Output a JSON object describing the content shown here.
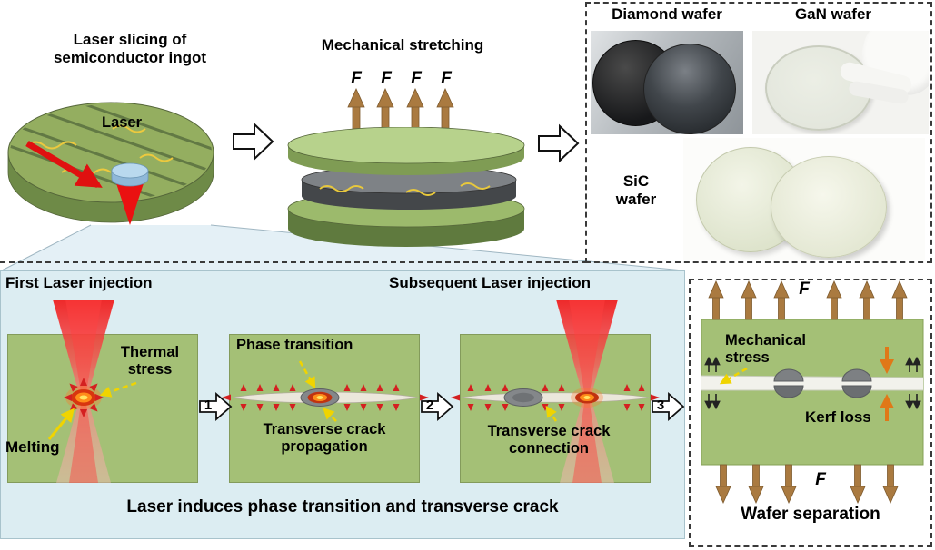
{
  "colors": {
    "panel_green": "#a4c076",
    "box_blue": "#dcedf2",
    "arrow_brown": "#aa7a40",
    "laser_red": "#f01818",
    "glow_orange": "#ff8c1a",
    "crack_arrow_red": "#d42020",
    "yellow_arrow": "#f0d400",
    "kerf_arrow_orange": "#e07818"
  },
  "top_left": {
    "title": "Laser slicing of\nsemiconductor ingot",
    "laser_label": "Laser"
  },
  "stretching": {
    "title": "Mechanical stretching",
    "force_label": "F"
  },
  "wafers": {
    "diamond_label": "Diamond wafer",
    "gan_label": "GaN wafer",
    "sic_label": "SiC\nwafer"
  },
  "process": {
    "first_injection": "First Laser injection",
    "subsequent_injection": "Subsequent Laser injection",
    "thermal_stress": "Thermal\nstress",
    "melting": "Melting",
    "phase_transition": "Phase transition",
    "crack_propagation": "Transverse crack\npropagation",
    "crack_connection": "Transverse crack\nconnection",
    "steps": [
      "1",
      "2",
      "3"
    ],
    "caption": "Laser induces phase transition and transverse crack"
  },
  "separation": {
    "force_label": "F",
    "mechanical_stress": "Mechanical\nstress",
    "kerf_loss": "Kerf loss",
    "caption": "Wafer separation"
  }
}
